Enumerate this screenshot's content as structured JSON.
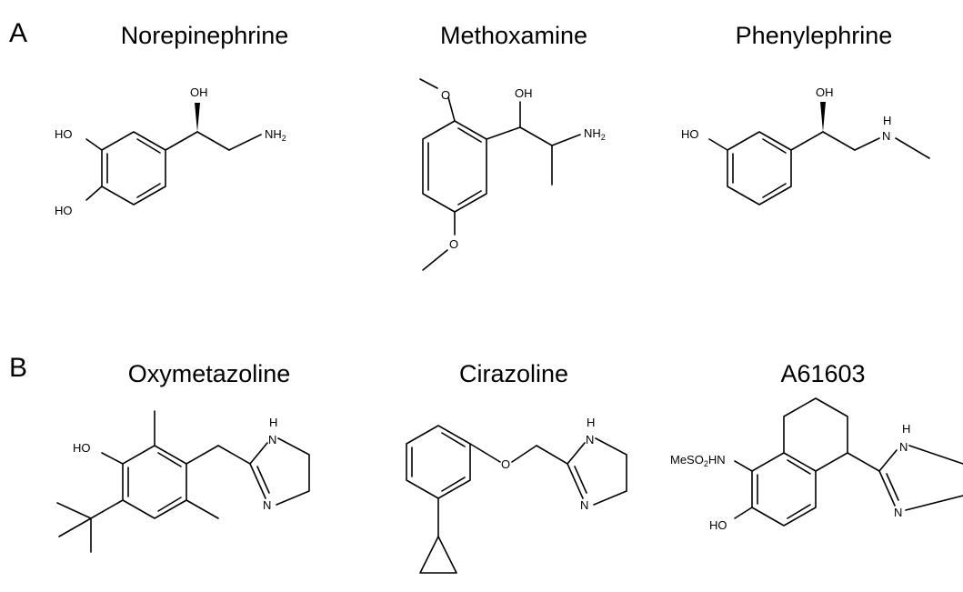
{
  "panels": [
    {
      "letter": "A",
      "compounds": [
        {
          "name": "Norepinephrine",
          "atoms": {
            "ho1": "HO",
            "ho2": "HO",
            "oh": "OH",
            "nh2": "NH",
            "nh2_sub": "2"
          }
        },
        {
          "name": "Methoxamine",
          "atoms": {
            "o1": "O",
            "o2": "O",
            "oh": "OH",
            "nh2": "NH",
            "nh2_sub": "2"
          }
        },
        {
          "name": "Phenylephrine",
          "atoms": {
            "ho": "HO",
            "oh": "OH",
            "n": "N",
            "h": "H"
          }
        }
      ]
    },
    {
      "letter": "B",
      "compounds": [
        {
          "name": "Oxymetazoline",
          "atoms": {
            "ho": "HO",
            "nh_n": "N",
            "nh_h": "H",
            "n": "N"
          }
        },
        {
          "name": "Cirazoline",
          "atoms": {
            "o": "O",
            "nh_n": "N",
            "nh_h": "H",
            "n": "N"
          }
        },
        {
          "name": "A61603",
          "atoms": {
            "ms": "MeSO",
            "ms_sub": "2",
            "ms_end": "HN",
            "ho": "HO",
            "nh_n": "N",
            "nh_h": "H",
            "n": "N"
          }
        }
      ]
    }
  ]
}
